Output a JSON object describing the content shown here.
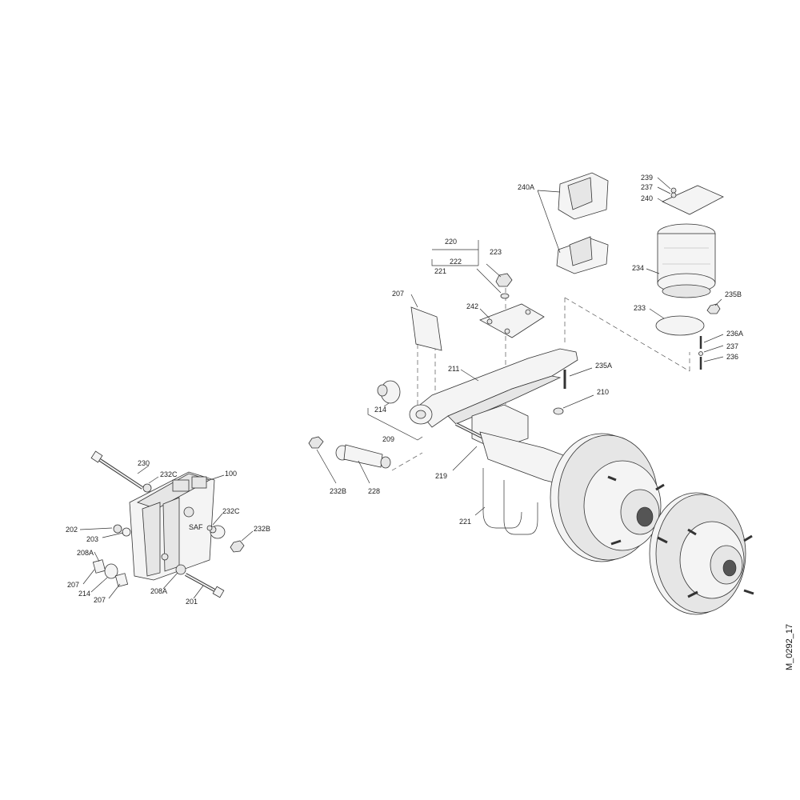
{
  "drawing_code": "M_0292_17",
  "labels": {
    "l239": "239",
    "l237a": "237",
    "l240": "240",
    "l240A": "240A",
    "l220": "220",
    "l223": "223",
    "l222": "222",
    "l221a": "221",
    "l234": "234",
    "l207a": "207",
    "l242": "242",
    "l233": "233",
    "l235B": "235B",
    "l236A": "236A",
    "l237b": "237",
    "l236": "236",
    "l211": "211",
    "l235A": "235A",
    "l210": "210",
    "l214a": "214",
    "l209": "209",
    "l219": "219",
    "l232Ba": "232B",
    "l228": "228",
    "l221b": "221",
    "l230": "230",
    "l232Ca": "232C",
    "l100": "100",
    "l232Cb": "232C",
    "l202": "202",
    "l203": "203",
    "l232Bb": "232B",
    "l208Aa": "208A",
    "l207b": "207",
    "l214b": "214",
    "l207c": "207",
    "l208Ab": "208A",
    "l201": "201"
  }
}
